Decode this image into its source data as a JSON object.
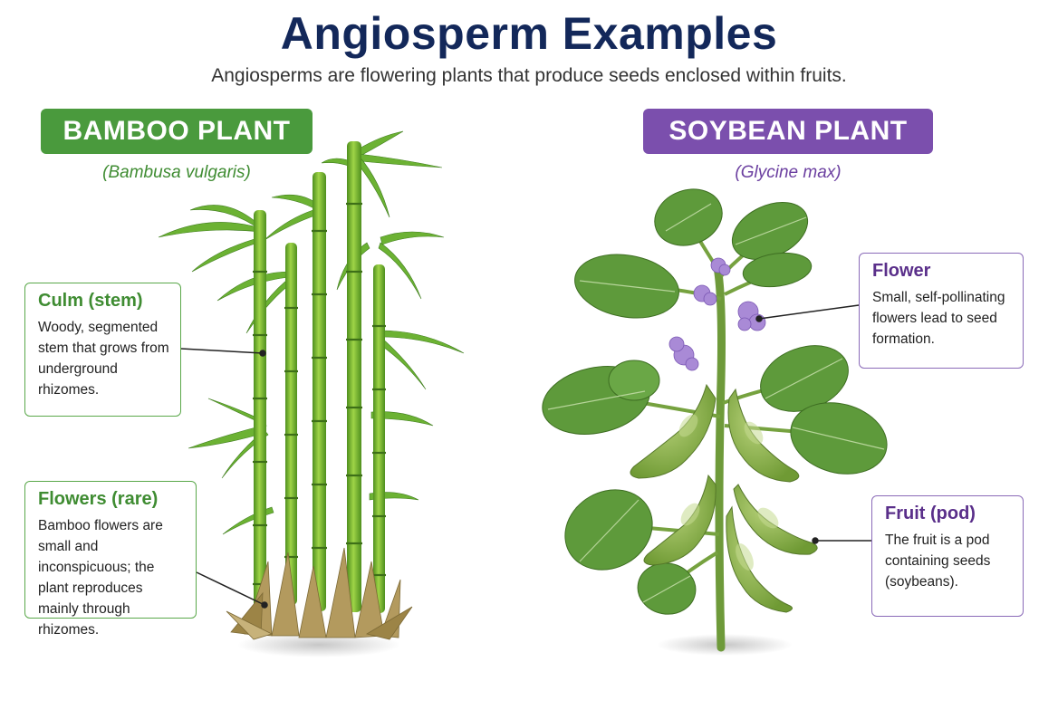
{
  "header": {
    "title": "Angiosperm Examples",
    "subtitle": "Angiosperms are flowering plants that produce seeds enclosed within fruits."
  },
  "bamboo": {
    "badge": "BAMBOO PLANT",
    "scientific_name": "(Bambusa vulgaris)",
    "accent_color": "#4a9a3d",
    "callouts": [
      {
        "title": "Culm (stem)",
        "description": "Woody, segmented stem that grows from underground rhizomes."
      },
      {
        "title": "Flowers (rare)",
        "description": "Bamboo flowers are small and inconspicuous; the plant reproduces mainly through rhizomes."
      }
    ]
  },
  "soybean": {
    "badge": "SOYBEAN PLANT",
    "scientific_name": "(Glycine max)",
    "accent_color": "#7b4fad",
    "callouts": [
      {
        "title": "Flower",
        "description": "Small, self-pollinating flowers lead to seed formation."
      },
      {
        "title": "Fruit (pod)",
        "description": "The fruit is a pod containing seeds (soybeans)."
      }
    ]
  },
  "icons": [
    "bamboo-illustration",
    "soybean-illustration"
  ]
}
